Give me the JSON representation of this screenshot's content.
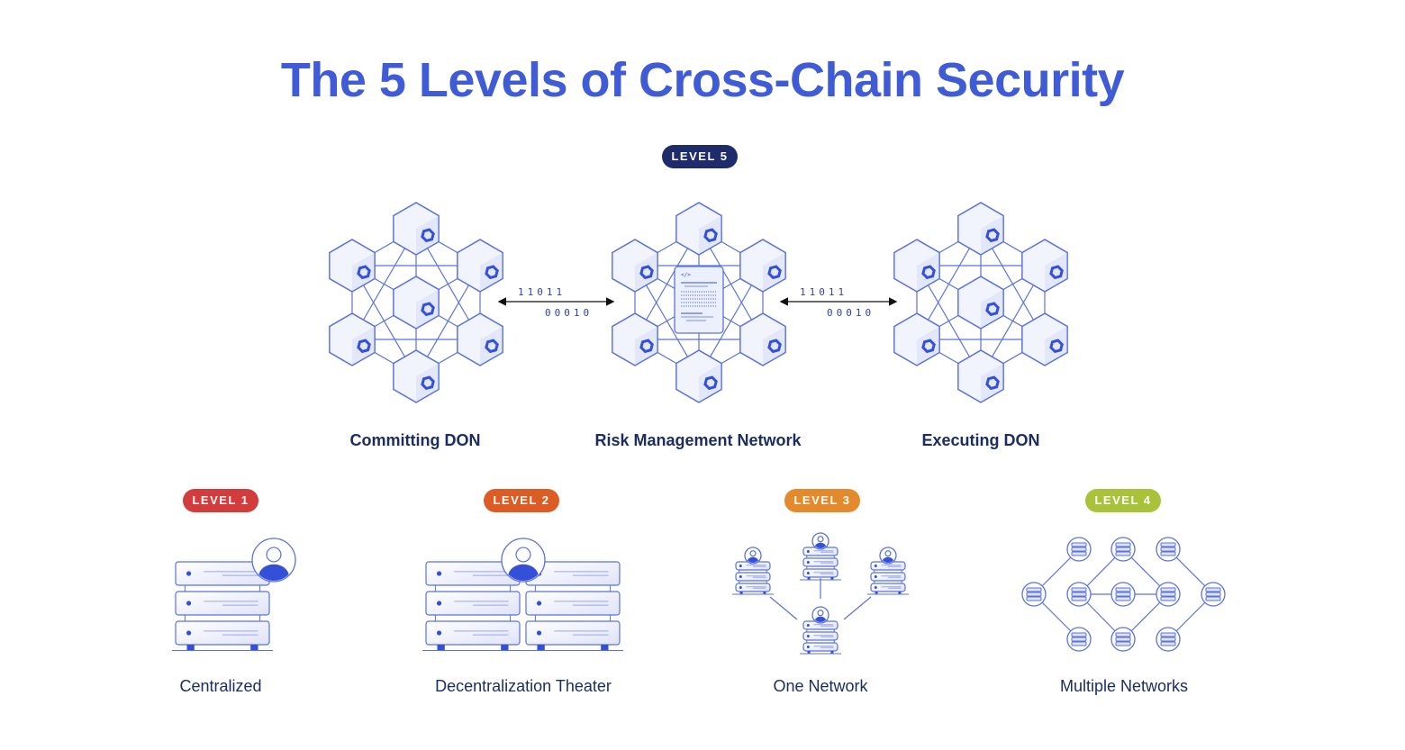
{
  "title": "The 5 Levels of Cross-Chain Security",
  "colors": {
    "title": "#3f5bd6",
    "line": "#5a72e0",
    "node_fill": "#eef0fc",
    "accent": "#3550d8",
    "label": "#1c2d63"
  },
  "level5": {
    "badge": "LEVEL 5",
    "badge_color": "#1f2c6b",
    "networks": [
      {
        "name": "Committing DON",
        "center": "node"
      },
      {
        "name": "Risk Management Network",
        "center": "document"
      },
      {
        "name": "Executing DON",
        "center": "node"
      }
    ],
    "transfers": [
      {
        "top_bits": "11011",
        "bottom_bits": "00010"
      },
      {
        "top_bits": "11011",
        "bottom_bits": "00010"
      }
    ]
  },
  "levels": [
    {
      "badge": "LEVEL 1",
      "badge_color": "#d33c3c",
      "name": "Centralized"
    },
    {
      "badge": "LEVEL 2",
      "badge_color": "#dc5c26",
      "name": "Decentralization Theater"
    },
    {
      "badge": "LEVEL 3",
      "badge_color": "#e38a2c",
      "name": "One Network"
    },
    {
      "badge": "LEVEL 4",
      "badge_color": "#a9c23a",
      "name": "Multiple Networks"
    }
  ]
}
